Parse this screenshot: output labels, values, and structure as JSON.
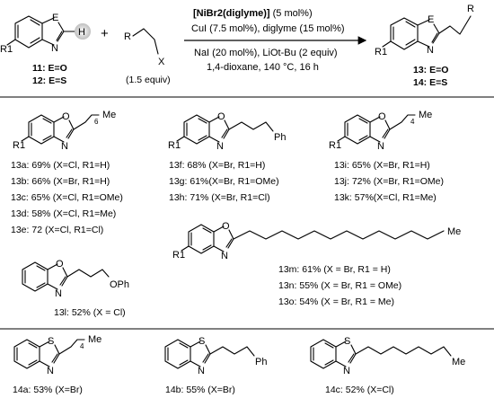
{
  "scheme": {
    "reactants": [
      {
        "labels": [
          "11: E=O",
          "12: E=S"
        ],
        "atoms": {
          "E": "E",
          "N": "N",
          "R1": "R1",
          "H": "H"
        }
      },
      {
        "atoms": {
          "R": "R",
          "X": "X"
        },
        "equiv": "(1.5 equiv)"
      }
    ],
    "plus": "+",
    "conditions": {
      "line1_bold": "[NiBr2(diglyme)]",
      "line1_rest": " (5 mol%)",
      "line2": "CuI (7.5 mol%), diglyme (15 mol%)",
      "line3": "NaI (20 mol%), LiOt-Bu (2 equiv)",
      "line4": "1,4-dioxane, 140 °C, 16 h"
    },
    "product": {
      "labels": [
        "13: E=O",
        "14: E=S"
      ],
      "atoms": {
        "E": "E",
        "N": "N",
        "R1": "R1",
        "R": "R"
      }
    }
  },
  "groups": [
    {
      "id": "13a-e",
      "substituent": "Me",
      "repeat": "6",
      "entries": [
        "13a: 69% (X=Cl, R1=H)",
        "13b: 66% (X=Br, R1=H)",
        "13c: 65% (X=Cl, R1=OMe)",
        "13d: 58% (X=Cl, R1=Me)",
        "13e: 72 (X=Cl, R1=Cl)"
      ]
    },
    {
      "id": "13f-h",
      "substituent": "Ph",
      "entries": [
        "13f: 68% (X=Br, R1=H)",
        "13g: 61%(X=Br, R1=OMe)",
        "13h: 71% (X=Br, R1=Cl)"
      ]
    },
    {
      "id": "13i-k",
      "substituent": "Me",
      "repeat": "4",
      "entries": [
        "13i: 65% (X=Br, R1=H)",
        "13j: 72% (X=Br, R1=OMe)",
        "13k: 57%(X=Cl, R1=Me)"
      ]
    },
    {
      "id": "13m-o",
      "substituent": "Me",
      "entries": [
        "13m: 61% (X = Br, R1 = H)",
        "13n: 55% (X = Br, R1 = OMe)",
        "13o: 54% (X = Br, R1 = Me)"
      ]
    },
    {
      "id": "13l",
      "substituent": "OPh",
      "entries": [
        "13l: 52% (X = Cl)"
      ]
    },
    {
      "id": "14a",
      "substituent": "Me",
      "repeat": "4",
      "entries": [
        "14a: 53% (X=Br)"
      ]
    },
    {
      "id": "14b",
      "substituent": "Ph",
      "entries": [
        "14b: 55% (X=Br)"
      ]
    },
    {
      "id": "14c",
      "substituent": "Me",
      "entries": [
        "14c: 52% (X=Cl)"
      ]
    }
  ],
  "atom_labels": {
    "O": "O",
    "S": "S",
    "N": "N",
    "R1": "R1"
  }
}
